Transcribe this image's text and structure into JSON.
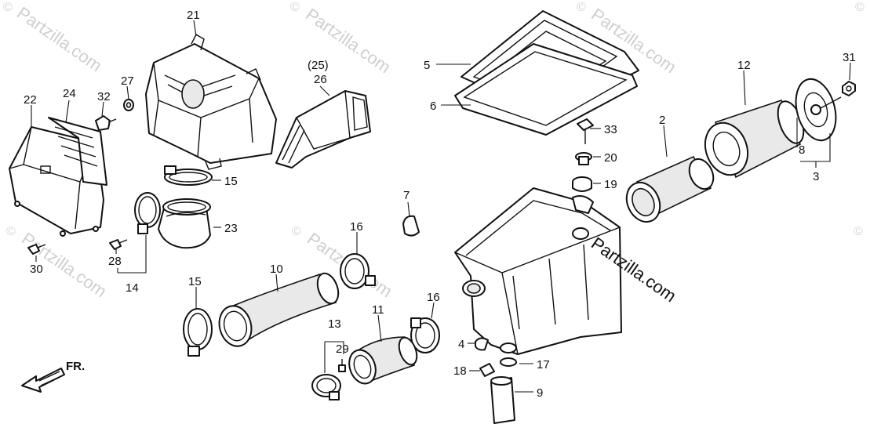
{
  "watermark": {
    "text": "Partzilla.com",
    "copyright": "©"
  },
  "brand_text": "Partzilla.com",
  "direction_label": "FR.",
  "callouts": [
    {
      "id": "c21",
      "text": "21"
    },
    {
      "id": "c25",
      "text": "(25)"
    },
    {
      "id": "c26",
      "text": "26"
    },
    {
      "id": "c22",
      "text": "22"
    },
    {
      "id": "c24",
      "text": "24"
    },
    {
      "id": "c27",
      "text": "27"
    },
    {
      "id": "c32",
      "text": "32"
    },
    {
      "id": "c15a",
      "text": "15"
    },
    {
      "id": "c23",
      "text": "23"
    },
    {
      "id": "c28",
      "text": "28"
    },
    {
      "id": "c14",
      "text": "14"
    },
    {
      "id": "c30",
      "text": "30"
    },
    {
      "id": "c5",
      "text": "5"
    },
    {
      "id": "c6",
      "text": "6"
    },
    {
      "id": "c33",
      "text": "33"
    },
    {
      "id": "c20",
      "text": "20"
    },
    {
      "id": "c19",
      "text": "19"
    },
    {
      "id": "c2",
      "text": "2"
    },
    {
      "id": "c12",
      "text": "12"
    },
    {
      "id": "c31",
      "text": "31"
    },
    {
      "id": "c8",
      "text": "8"
    },
    {
      "id": "c3",
      "text": "3"
    },
    {
      "id": "c7",
      "text": "7"
    },
    {
      "id": "c16a",
      "text": "16"
    },
    {
      "id": "c10",
      "text": "10"
    },
    {
      "id": "c15b",
      "text": "15"
    },
    {
      "id": "c16b",
      "text": "16"
    },
    {
      "id": "c11",
      "text": "11"
    },
    {
      "id": "c13",
      "text": "13"
    },
    {
      "id": "c29",
      "text": "29"
    },
    {
      "id": "c4",
      "text": "4"
    },
    {
      "id": "c17",
      "text": "17"
    },
    {
      "id": "c18",
      "text": "18"
    },
    {
      "id": "c9",
      "text": "9"
    }
  ]
}
